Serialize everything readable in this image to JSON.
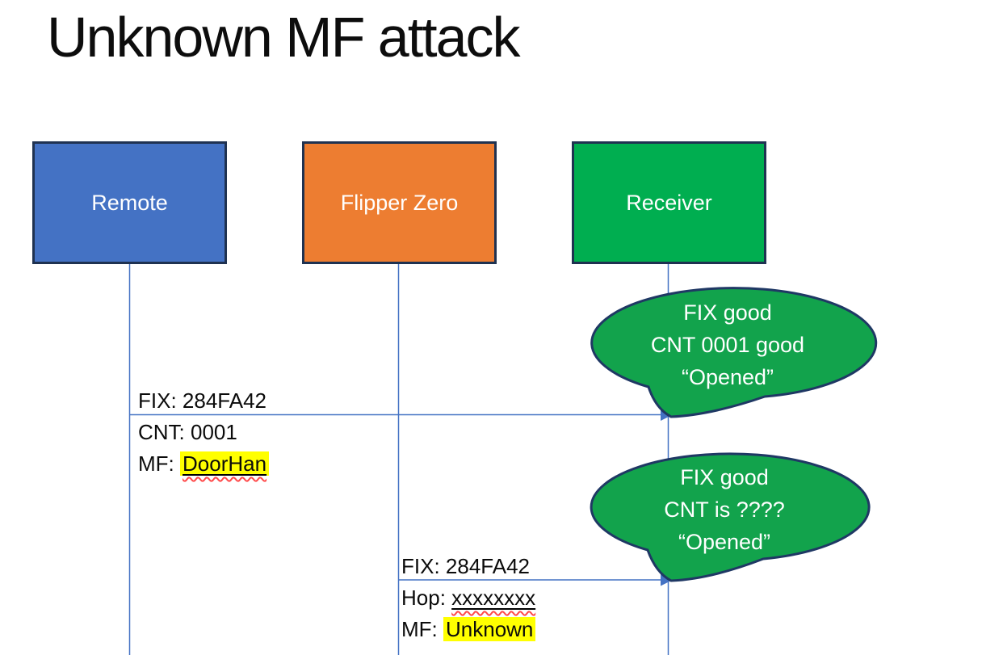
{
  "title": "Unknown MF attack",
  "actors": [
    {
      "label": "Remote",
      "fill": "#4472C4"
    },
    {
      "label": "Flipper Zero",
      "fill": "#ED7D31"
    },
    {
      "label": "Receiver",
      "fill": "#00AE50"
    }
  ],
  "messages": [
    {
      "from": "Remote",
      "to": "Receiver",
      "rows": [
        {
          "text": "FIX: 284FA42"
        },
        {
          "text": "CNT: 0001"
        },
        {
          "prefix": "MF: ",
          "value": "DoorHan",
          "highlight": true,
          "underline": true,
          "spellcheck_squiggle": true
        }
      ]
    },
    {
      "from": "Flipper Zero",
      "to": "Receiver",
      "rows": [
        {
          "text": "FIX: 284FA42"
        },
        {
          "prefix": "Hop: ",
          "value": "xxxxxxxx",
          "underline": true,
          "spellcheck_squiggle": true
        },
        {
          "prefix": "MF: ",
          "value": "Unknown",
          "highlight": true
        }
      ]
    }
  ],
  "callouts": [
    {
      "lines": [
        "FIX good",
        "CNT 0001 good",
        "“Opened”"
      ]
    },
    {
      "lines": [
        "FIX good",
        "CNT is ????",
        "“Opened”"
      ]
    }
  ],
  "colors": {
    "actor_border": "#1F3251",
    "connector_line": "#4472C4",
    "callout_fill": "#12A34C",
    "callout_border": "#1F3864",
    "highlight": "#FFFF00",
    "squiggle": "#FF4A4A",
    "actor_text": "#FFFFFF"
  }
}
